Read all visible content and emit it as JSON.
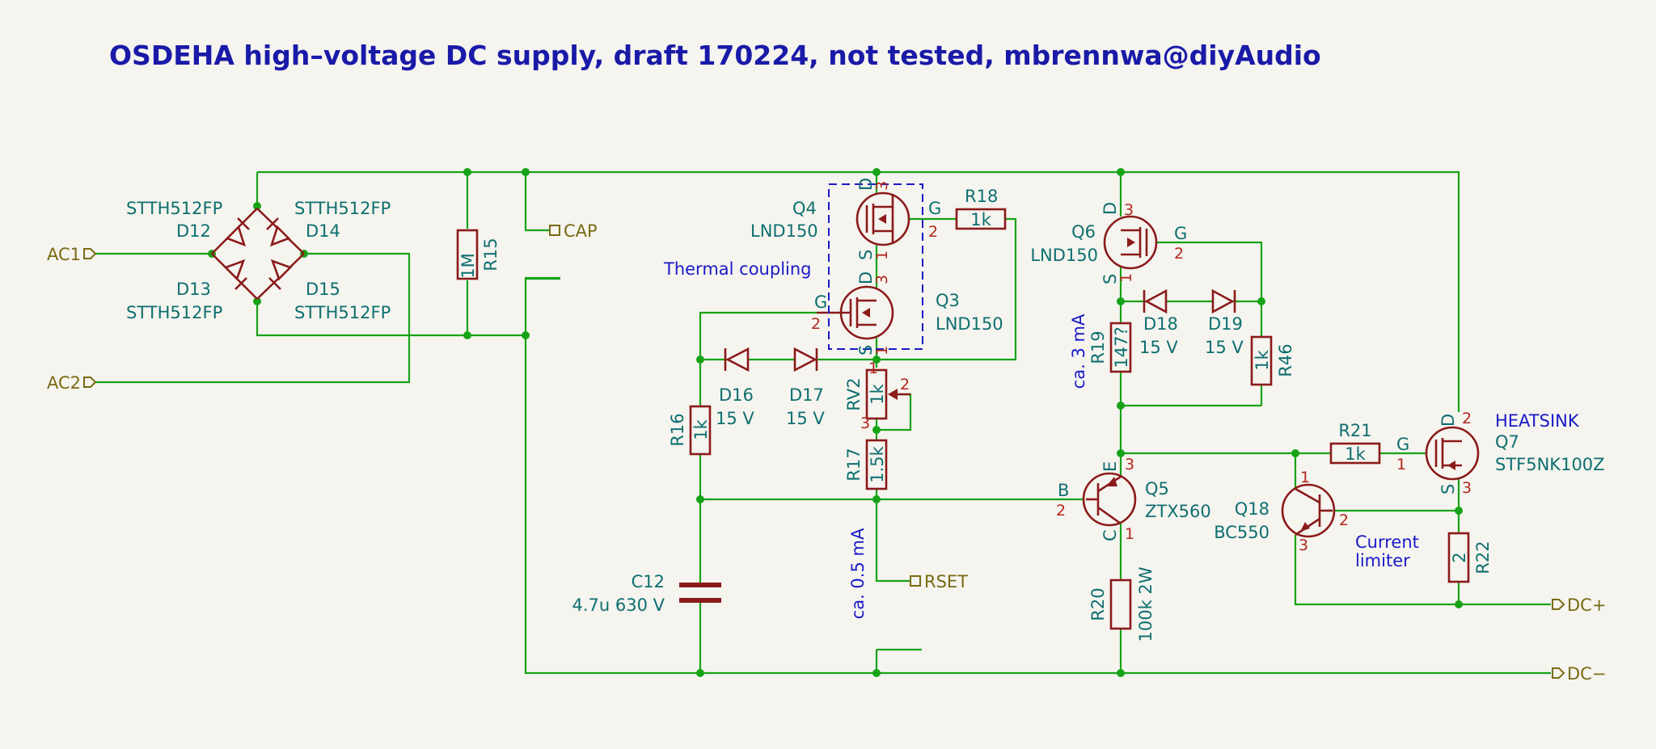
{
  "title": "OSDEHA high–voltage DC supply, draft 170224, not tested, mbrennwa@diyAudio",
  "ports": {
    "ac1": "AC1",
    "ac2": "AC2",
    "cap": "CAP",
    "rset": "RSET",
    "dc_plus": "DC+",
    "dc_minus": "DC−"
  },
  "notes": {
    "thermal": "Thermal coupling",
    "current_limiter_1": "Current",
    "current_limiter_2": "limiter",
    "ca3ma": "ca. 3 mA",
    "ca05ma": "ca. 0.5 mA",
    "heatsink": "HEATSINK"
  },
  "components": {
    "d12": {
      "ref": "D12",
      "value": "STTH512FP"
    },
    "d13": {
      "ref": "D13",
      "value": "STTH512FP"
    },
    "d14": {
      "ref": "D14",
      "value": "STTH512FP"
    },
    "d15": {
      "ref": "D15",
      "value": "STTH512FP"
    },
    "r15": {
      "ref": "R15",
      "value": "1M"
    },
    "q4": {
      "ref": "Q4",
      "value": "LND150"
    },
    "q3": {
      "ref": "Q3",
      "value": "LND150"
    },
    "r18": {
      "ref": "R18",
      "value": "1k"
    },
    "d16": {
      "ref": "D16",
      "value": "15 V"
    },
    "d17": {
      "ref": "D17",
      "value": "15 V"
    },
    "rv2": {
      "ref": "RV2",
      "value": "1k"
    },
    "r16": {
      "ref": "R16",
      "value": "1k"
    },
    "r17": {
      "ref": "R17",
      "value": "1.5k"
    },
    "c12": {
      "ref": "C12",
      "value": "4.7u 630 V"
    },
    "q6": {
      "ref": "Q6",
      "value": "LND150"
    },
    "d18": {
      "ref": "D18",
      "value": "15 V"
    },
    "d19": {
      "ref": "D19",
      "value": "15 V"
    },
    "r19": {
      "ref": "R19",
      "value": "147?"
    },
    "r46": {
      "ref": "R46",
      "value": "1k"
    },
    "q5": {
      "ref": "Q5",
      "value": "ZTX560"
    },
    "r20": {
      "ref": "R20",
      "value": "100k 2W"
    },
    "r21": {
      "ref": "R21",
      "value": "1k"
    },
    "q7": {
      "ref": "Q7",
      "value": "STF5NK100Z"
    },
    "q18": {
      "ref": "Q18",
      "value": "BC550"
    },
    "r22": {
      "ref": "R22",
      "value": "2"
    }
  },
  "pins": {
    "d": "D",
    "g": "G",
    "s": "S",
    "b": "B",
    "e": "E",
    "c": "C",
    "n1": "1",
    "n2": "2",
    "n3": "3"
  }
}
